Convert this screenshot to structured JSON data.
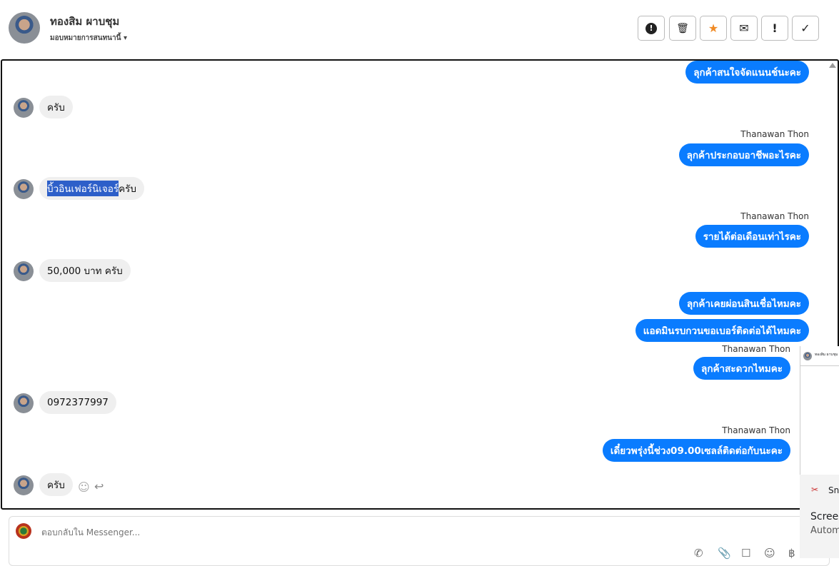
{
  "header": {
    "name": "ทองสิม ผาบชุม",
    "assign_label": "มอบหมายการสนทนานี้",
    "toolbar": [
      {
        "icon": "alert-circle-icon",
        "glyph": "❗"
      },
      {
        "icon": "trash-icon",
        "glyph": "🗑"
      },
      {
        "icon": "star-icon",
        "glyph": "★"
      },
      {
        "icon": "mail-open-icon",
        "glyph": "✉"
      },
      {
        "icon": "exclamation-icon",
        "glyph": "!"
      },
      {
        "icon": "check-icon",
        "glyph": "✓"
      }
    ]
  },
  "messages": {
    "m1": "ลุกค้าสนใจจัดแนนช์นะคะ",
    "m2": "ครับ",
    "s3": "Thanawan Thon",
    "m3": "ลุกค้าประกอบอาชีพอะไรคะ",
    "m4_sel": "บิ้วอินเฟอร์นิเจอร์",
    "m4_rest": "ครับ",
    "s5": "Thanawan Thon",
    "m5": "รายได้ต่อเดือนเท่าไรคะ",
    "m6": "50,000 บาท ครับ",
    "m7": "ลุกค้าเคยผ่อนสินเชื่อไหมคะ",
    "m8": "แอดมินรบกวนขอเบอร์ติดต่อได้ไหมคะ",
    "s9": "Thanawan Thon",
    "m9": "ลุกค้าสะดวกไหมคะ",
    "m10": "0972377997",
    "s11": "Thanawan Thon",
    "m11": "เดี๋ยวพรุ่งนี้ช่วง09.00เซลล์ติดต่อกับนะคะ",
    "m12": "ครับ"
  },
  "reply": {
    "placeholder": "ตอบกลับใน Messenger..."
  },
  "snip": {
    "app": "Snipping Tool",
    "title": "Screenshot copied to clipboard",
    "sub": "Automatically saved to screenshots folder"
  },
  "overlay": {
    "name": "ทองสิม ผาบชุม"
  }
}
